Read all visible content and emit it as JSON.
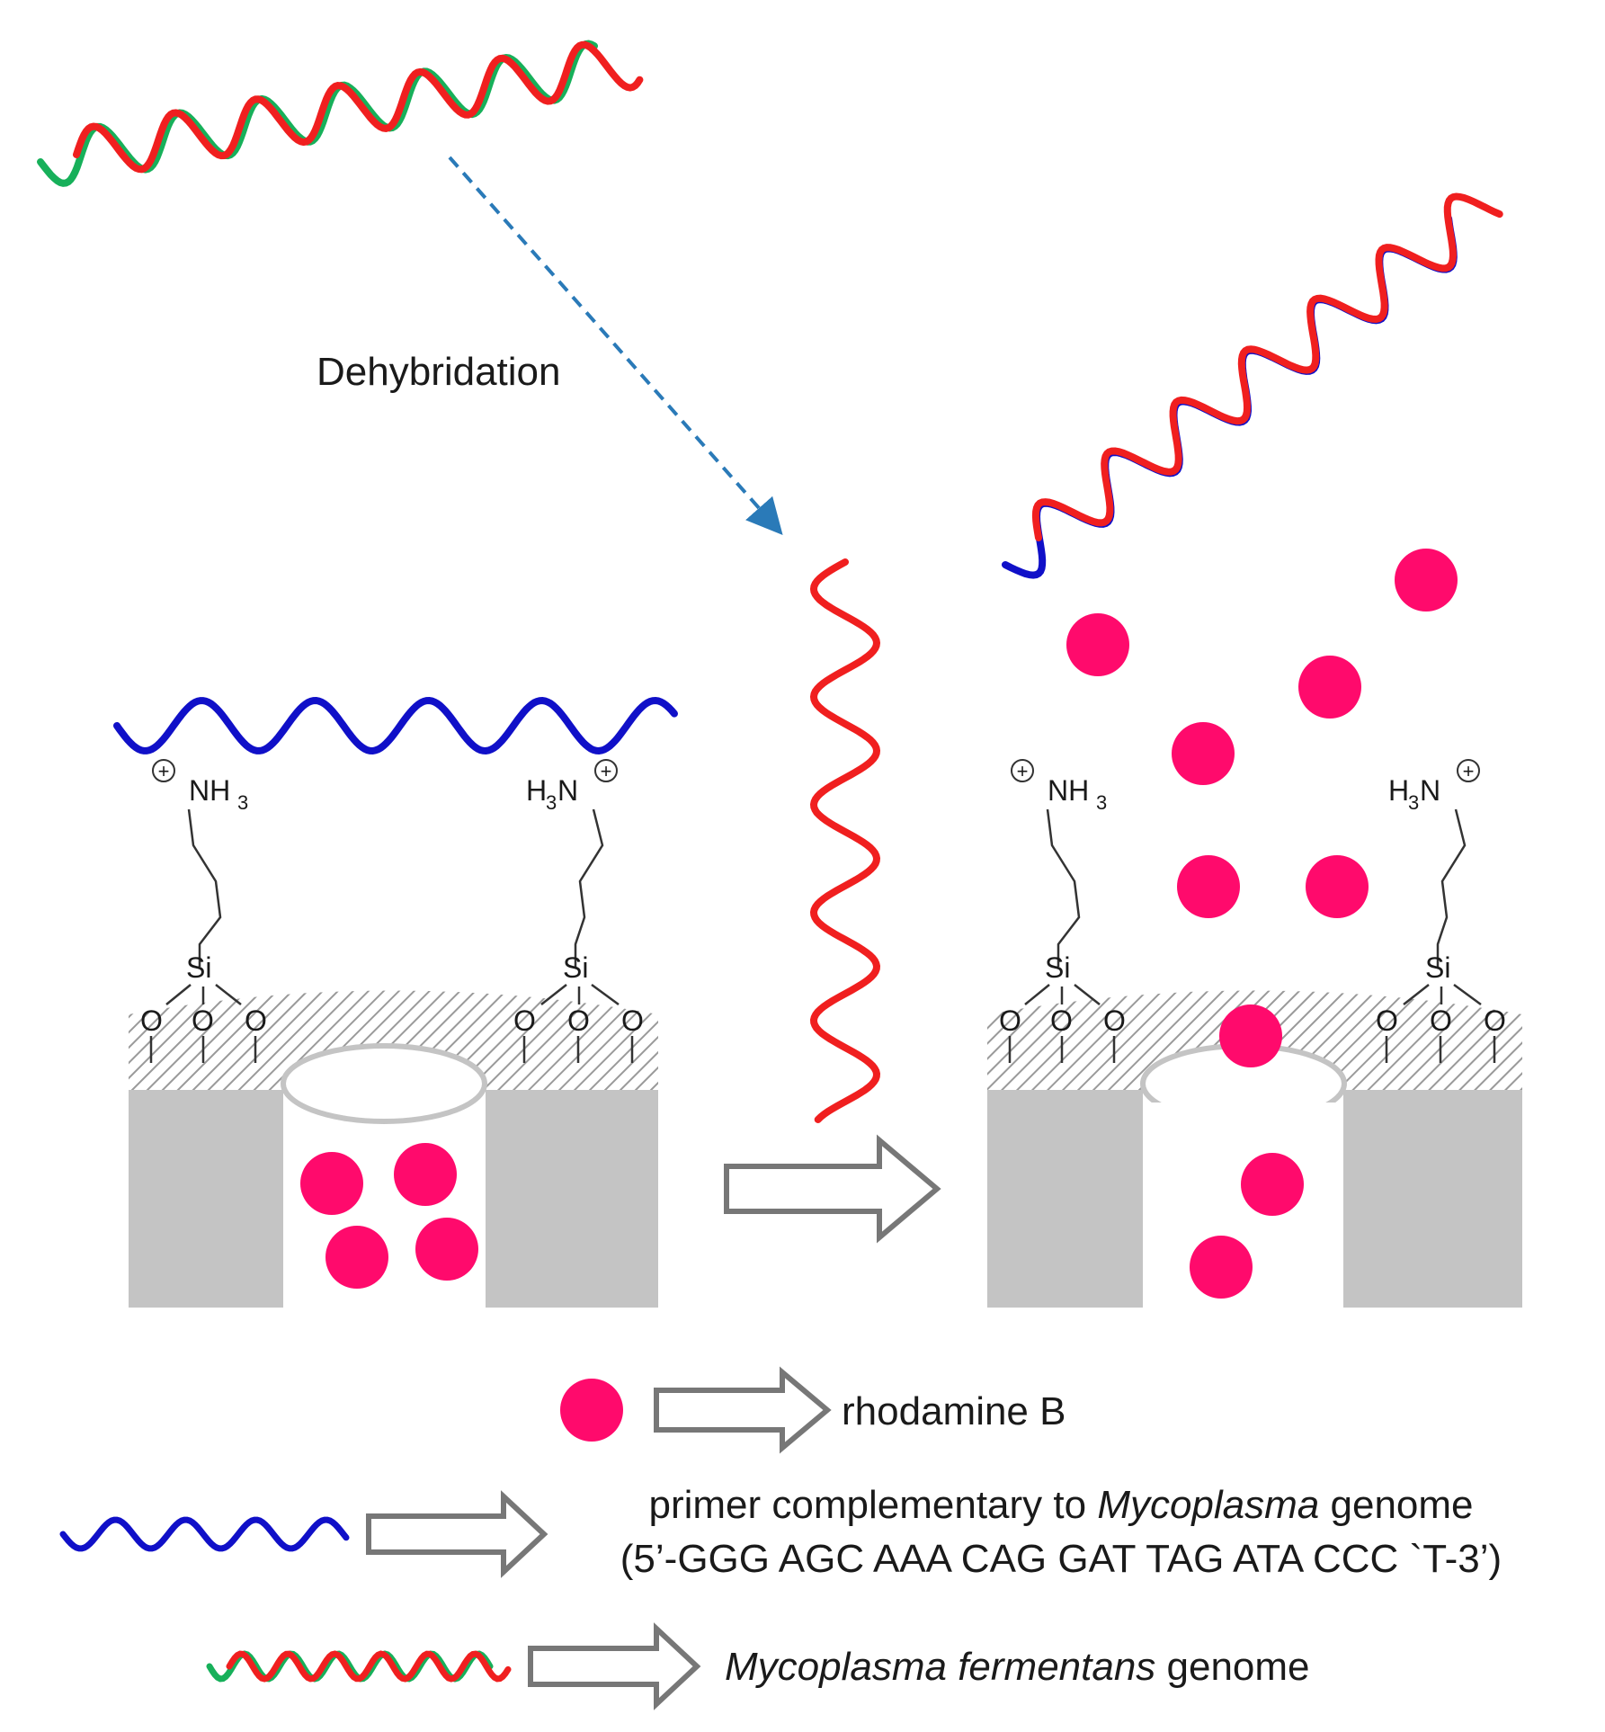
{
  "diagram": {
    "step_label": "Dehybridation",
    "left_panel": {
      "amine_left": {
        "nh": "NH",
        "sub": "3",
        "charge": "+"
      },
      "amine_right": {
        "h": "H",
        "sub": "3",
        "n": "N",
        "charge": "+"
      },
      "si": "Si",
      "o": "O"
    },
    "right_panel": {
      "amine_left": {
        "nh": "NH",
        "sub": "3",
        "charge": "+"
      },
      "amine_right": {
        "h": "H",
        "sub": "3",
        "n": "N",
        "charge": "+"
      },
      "si": "Si",
      "o": "O"
    },
    "legend": {
      "rhodamine": "rhodamine B",
      "primer_line1_pre": "primer complementary to ",
      "primer_line1_italic": "Mycoplasma",
      "primer_line1_post": " genome",
      "primer_line2": "(5’-GGG AGC AAA CAG GAT TAG ATA CCC `T-3’)",
      "genome_italic": "Mycoplasma fermentans",
      "genome_post": " genome"
    },
    "colors": {
      "dna_strand_green": "#17b05a",
      "dna_strand_red": "#f01f1f",
      "primer_blue": "#1010c8",
      "rhodamine_pink": "#ff0a6c",
      "arrow_blue": "#2a7ab8",
      "silica_gray": "#c4c4c4",
      "outline_gray": "#6f6f6f"
    },
    "icons": [
      "dna-double-helix-icon",
      "primer-strand-icon",
      "rhodamine-dot-icon",
      "open-arrow-icon"
    ]
  }
}
